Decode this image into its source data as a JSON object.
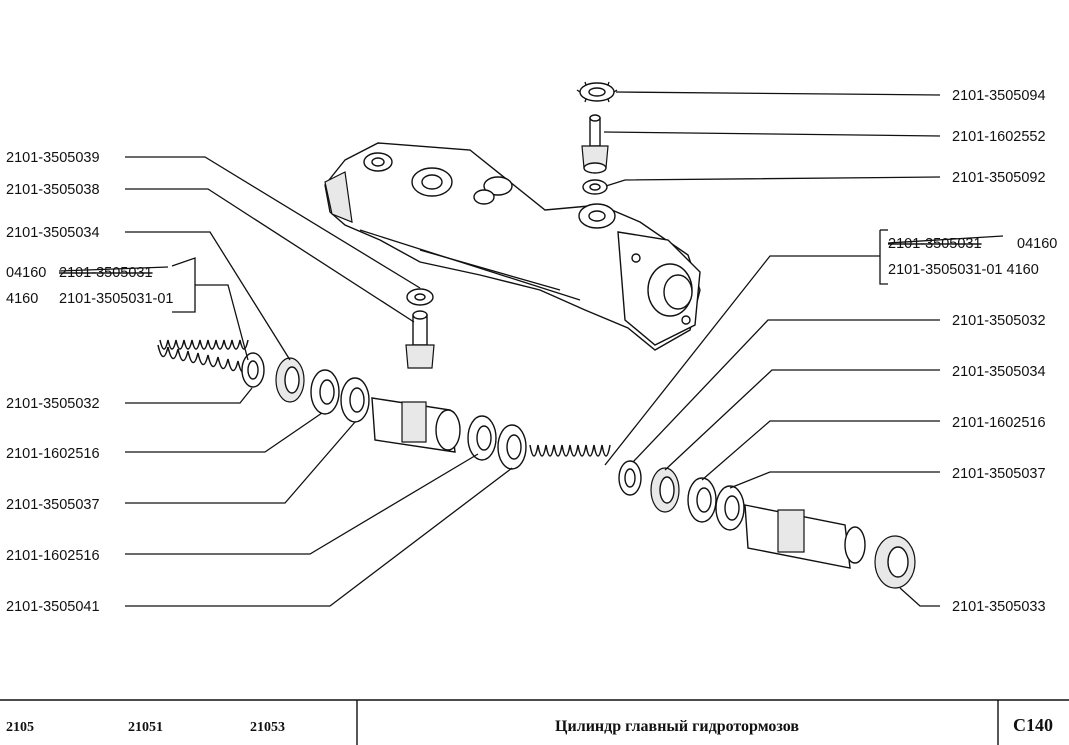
{
  "callouts_left": [
    "2101-3505039",
    "2101-3505038",
    "2101-3505034",
    "2101-3505032",
    "2101-1602516",
    "2101-3505037",
    "2101-1602516",
    "2101-3505041"
  ],
  "callouts_right": [
    "2101-3505094",
    "2101-1602552",
    "2101-3505092",
    "2101-3505032",
    "2101-3505034",
    "2101-1602516",
    "2101-3505037",
    "2101-3505033"
  ],
  "bracket_left": {
    "row1_code": "04160",
    "row1_part": "2101-3505031",
    "row2_code": "4160",
    "row2_part": "2101-3505031-01"
  },
  "bracket_right": {
    "row1_part": "2101-3505031",
    "row1_code": "04160",
    "row2": "2101-3505031-01 4160"
  },
  "footer": {
    "models": [
      "2105",
      "21051",
      "21053"
    ],
    "title": "Цилиндр главный гидротормозов",
    "page_code": "С140"
  }
}
